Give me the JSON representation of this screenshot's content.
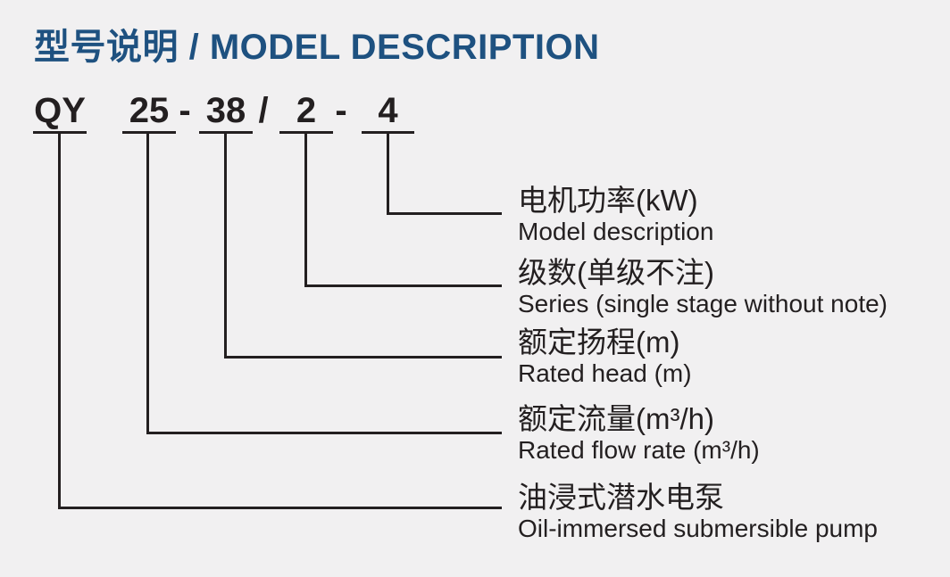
{
  "title": "型号说明 / MODEL DESCRIPTION",
  "model_code": {
    "segments": [
      {
        "text": "QY"
      },
      {
        "text": "25"
      },
      {
        "text": "38"
      },
      {
        "text": "2"
      },
      {
        "text": "4"
      }
    ],
    "separators": [
      {
        "text": "-"
      },
      {
        "text": "/"
      },
      {
        "text": "-"
      }
    ]
  },
  "labels": [
    {
      "zh": "电机功率(kW)",
      "en": "Model description"
    },
    {
      "zh": "级数(单级不注)",
      "en": "Series (single stage without note)"
    },
    {
      "zh": "额定扬程(m)",
      "en": "Rated head (m)"
    },
    {
      "zh": "额定流量(m³/h)",
      "en": "Rated flow rate (m³/h)"
    },
    {
      "zh": "油浸式潜水电泵",
      "en": "Oil-immersed submersible pump"
    }
  ],
  "colors": {
    "background": "#f1f0f1",
    "title_text": "#1e5180",
    "body_text": "#231f20",
    "line": "#231f20"
  }
}
